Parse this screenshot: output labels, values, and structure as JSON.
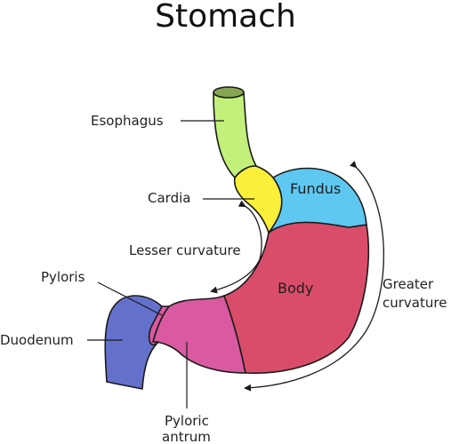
{
  "title": "Stomach",
  "labels": {
    "esophagus": "Esophagus",
    "cardia": "Cardia",
    "fundus": "Fundus",
    "body": "Body",
    "lesser_curvature": "Lesser curvature",
    "greater_curvature_1": "Greater",
    "greater_curvature_2": "curvature",
    "pyloris": "Pyloris",
    "duodenum": "Duodenum",
    "pyloric_antrum_1": "Pyloric",
    "pyloric_antrum_2": "antrum"
  },
  "colors": {
    "esophagus": "#c3f07a",
    "cardia": "#fcef3a",
    "fundus": "#5ec8f2",
    "body": "#d94d6b",
    "pyloric_antrum": "#d95aa0",
    "pyloris": "#d95aa0",
    "duodenum": "#6471cc",
    "esophagus_top": "#86a653"
  }
}
